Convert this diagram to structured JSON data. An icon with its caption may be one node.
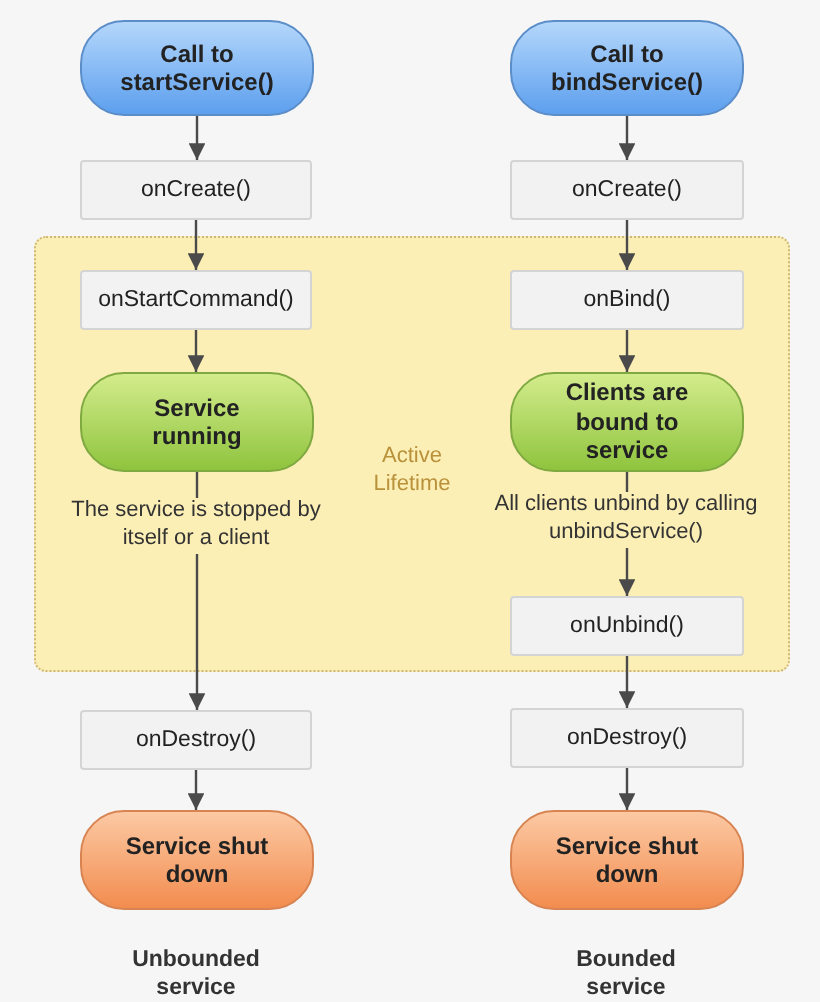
{
  "diagram": {
    "nodes": [
      {
        "text": [
          "Call to startService()"
        ]
      },
      {
        "text": [
          "Call to bindService()"
        ]
      },
      {
        "text": [
          "onCreate()"
        ]
      },
      {
        "text": [
          "onCreate()"
        ]
      },
      {
        "text": [
          "Active Lifetime"
        ]
      },
      {
        "text": [
          "onStartCommand()"
        ],
        "in": 4
      },
      {
        "text": [
          "onBind()"
        ],
        "in": 4
      },
      {
        "text": [
          "Service running"
        ],
        "in": 4
      },
      {
        "text": [
          "Clients are bound to service"
        ],
        "in": 4
      },
      {
        "text": [
          "onUnbind()"
        ],
        "in": 4
      },
      {
        "text": [
          "onDestroy()"
        ]
      },
      {
        "text": [
          "onDestroy()"
        ]
      },
      {
        "text": [
          "Service shut down"
        ]
      },
      {
        "text": [
          "Service shut down"
        ]
      }
    ],
    "edges": [
      {
        "from": 0,
        "to": 2,
        "arrow": "to"
      },
      {
        "from": 1,
        "to": 3,
        "arrow": "to"
      },
      {
        "from": 2,
        "to": 5,
        "arrow": "to"
      },
      {
        "from": 3,
        "to": 6,
        "arrow": "to"
      },
      {
        "from": 5,
        "to": 7,
        "arrow": "to"
      },
      {
        "from": 6,
        "to": 8,
        "arrow": "to"
      },
      {
        "from": 7,
        "to": 10,
        "arrow": "to",
        "label": "The service is stopped by itself or a client"
      },
      {
        "from": 8,
        "to": 9,
        "arrow": "to",
        "label": "All clients unbind by calling unbindService()"
      },
      {
        "from": 9,
        "to": 11,
        "arrow": "to"
      },
      {
        "from": 10,
        "to": 12,
        "arrow": "to"
      },
      {
        "from": 11,
        "to": 13,
        "arrow": "to"
      }
    ],
    "labels": [
      "Unbounded service",
      "Bounded service"
    ]
  }
}
